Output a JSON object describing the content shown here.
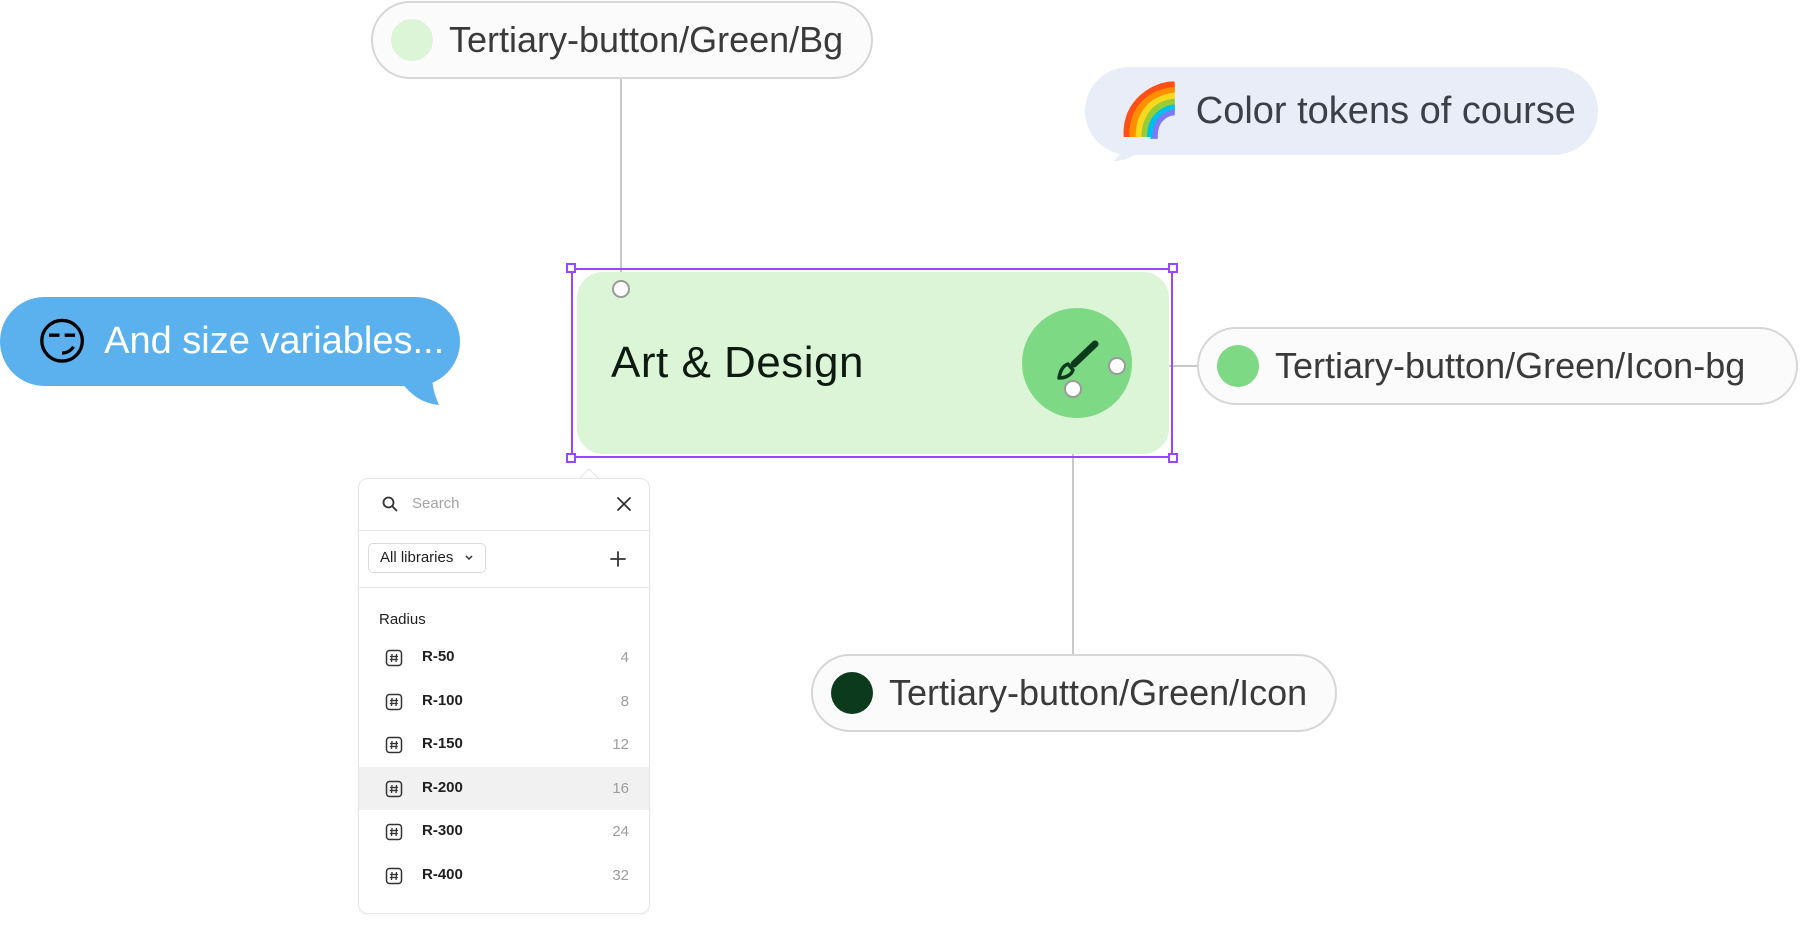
{
  "tokens": {
    "bg": {
      "label": "Tertiary-button/Green/Bg",
      "color": "#dcf5d7"
    },
    "icon_bg": {
      "label": "Tertiary-button/Green/Icon-bg",
      "color": "#7ed984"
    },
    "icon": {
      "label": "Tertiary-button/Green/Icon",
      "color": "#0b3a1d"
    }
  },
  "bubbles": {
    "color_tokens": {
      "emoji": "🌈",
      "text": "Color tokens of course",
      "color": "#e8edf7"
    },
    "size_vars": {
      "emoji": "😏",
      "text": "And size variables...",
      "color": "#5ab1ee"
    }
  },
  "button": {
    "label": "Art & Design",
    "icon": "paintbrush-icon"
  },
  "panel": {
    "search_placeholder": "Search",
    "library_select": "All libraries",
    "section": "Radius",
    "rows": [
      {
        "name": "R-50",
        "value": "4"
      },
      {
        "name": "R-100",
        "value": "8"
      },
      {
        "name": "R-150",
        "value": "12"
      },
      {
        "name": "R-200",
        "value": "16",
        "highlighted": true
      },
      {
        "name": "R-300",
        "value": "24"
      },
      {
        "name": "R-400",
        "value": "32"
      }
    ]
  },
  "colors": {
    "selection": "#9747ff",
    "connector": "#c8c8c8"
  }
}
